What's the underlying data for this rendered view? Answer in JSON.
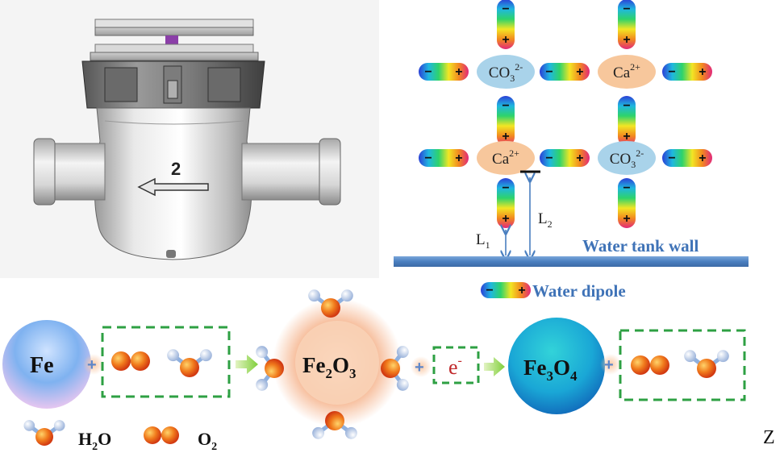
{
  "meter": {
    "arrow_number": "2"
  },
  "lattice": {
    "ion_co3": {
      "base": "CO",
      "sub": "3",
      "sup": "2-"
    },
    "ion_ca": {
      "base": "Ca",
      "sup": "2+"
    },
    "l1_label": {
      "base": "L",
      "sub": "1"
    },
    "l2_label": {
      "base": "L",
      "sub": "2"
    },
    "wall_label": "Water tank wall",
    "dipole_label": "Water dipole",
    "plus": "+",
    "minus": "−"
  },
  "reaction": {
    "fe": "Fe",
    "fe2o3": {
      "a": "Fe",
      "b": "2",
      "c": "O",
      "d": "3"
    },
    "fe3o4": {
      "a": "Fe",
      "b": "3",
      "c": "O",
      "d": "4"
    },
    "electron": {
      "base": "e",
      "sup": "-"
    },
    "plus_sign": "+",
    "legend_h2o": {
      "a": "H",
      "b": "2",
      "c": "O"
    },
    "legend_o2": {
      "a": "O",
      "b": "2"
    },
    "cut_letter": "Z"
  },
  "colors": {
    "wall": "#4a7fc0",
    "label_blue": "#3f73b7",
    "dash_green": "#2ea043",
    "electron_red": "#c0282a",
    "co3_fill": "#a9d3ea",
    "ca_fill": "#f7c79c"
  }
}
